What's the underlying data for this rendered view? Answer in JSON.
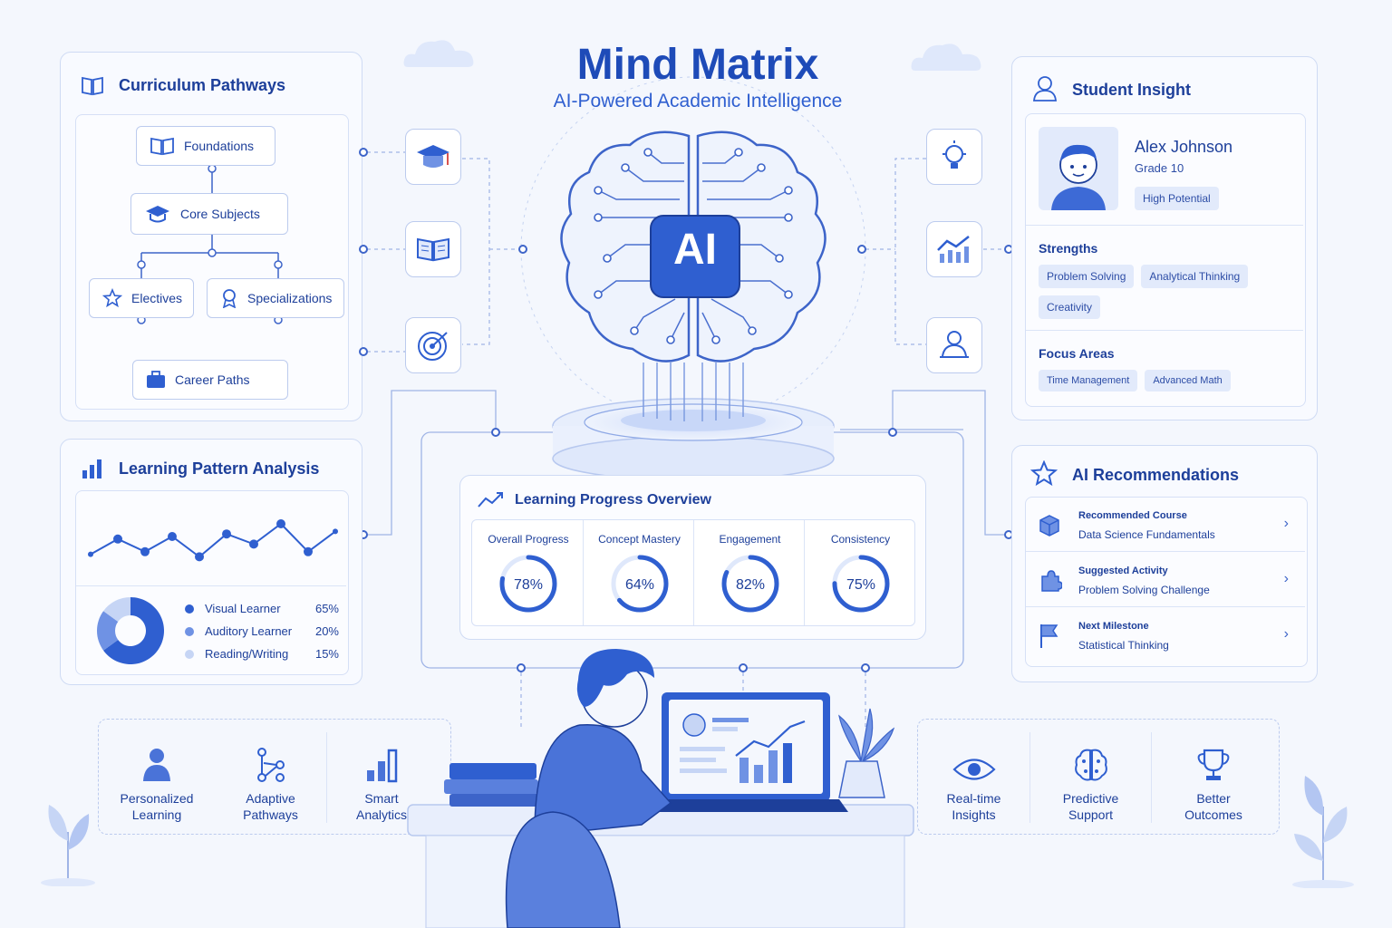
{
  "header": {
    "title": "Mind Matrix",
    "subtitle": "AI-Powered Academic Intelligence",
    "ai_badge": "AI"
  },
  "curriculum": {
    "title": "Curriculum Pathways",
    "nodes": [
      "Foundations",
      "Core Subjects",
      "Electives",
      "Specializations",
      "Career Paths"
    ]
  },
  "learning_pattern": {
    "title": "Learning Pattern Analysis",
    "line_values": [
      0.15,
      0.45,
      0.2,
      0.5,
      0.1,
      0.55,
      0.35,
      0.75,
      0.2,
      0.6
    ],
    "legend": [
      {
        "label": "Visual Learner",
        "pct": "65%",
        "value": 65,
        "color": "#2f5fd0"
      },
      {
        "label": "Auditory Learner",
        "pct": "20%",
        "value": 20,
        "color": "#6f92e4"
      },
      {
        "label": "Reading/Writing",
        "pct": "15%",
        "value": 15,
        "color": "#c6d5f5"
      }
    ]
  },
  "progress": {
    "title": "Learning Progress Overview",
    "metrics": [
      {
        "label": "Overall Progress",
        "text": "78%",
        "value": 78
      },
      {
        "label": "Concept Mastery",
        "text": "64%",
        "value": 64
      },
      {
        "label": "Engagement",
        "text": "82%",
        "value": 82
      },
      {
        "label": "Consistency",
        "text": "75%",
        "value": 75
      }
    ]
  },
  "student": {
    "title": "Student Insight",
    "name": "Alex Johnson",
    "grade": "Grade 10",
    "badge": "High Potential",
    "strengths_title": "Strengths",
    "strengths": [
      "Problem Solving",
      "Analytical Thinking",
      "Creativity"
    ],
    "focus_title": "Focus Areas",
    "focus": [
      "Time Management",
      "Advanced Math"
    ]
  },
  "recommendations": {
    "title": "AI Recommendations",
    "items": [
      {
        "title": "Recommended Course",
        "text": "Data Science Fundamentals",
        "icon": "cube-icon"
      },
      {
        "title": "Suggested Activity",
        "text": "Problem Solving Challenge",
        "icon": "puzzle-icon"
      },
      {
        "title": "Next Milestone",
        "text": "Statistical Thinking",
        "icon": "flag-icon"
      }
    ]
  },
  "features_left": [
    {
      "line1": "Personalized",
      "line2": "Learning",
      "icon": "person-icon"
    },
    {
      "line1": "Adaptive",
      "line2": "Pathways",
      "icon": "network-icon"
    },
    {
      "line1": "Smart",
      "line2": "Analytics",
      "icon": "bar-chart-icon"
    }
  ],
  "features_right": [
    {
      "line1": "Real-time",
      "line2": "Insights",
      "icon": "eye-icon"
    },
    {
      "line1": "Predictive",
      "line2": "Support",
      "icon": "brain-icon"
    },
    {
      "line1": "Better",
      "line2": "Outcomes",
      "icon": "trophy-icon"
    }
  ],
  "colors": {
    "primary": "#2f5fd0",
    "dark": "#1d3f9a",
    "light": "#e2eafb"
  }
}
